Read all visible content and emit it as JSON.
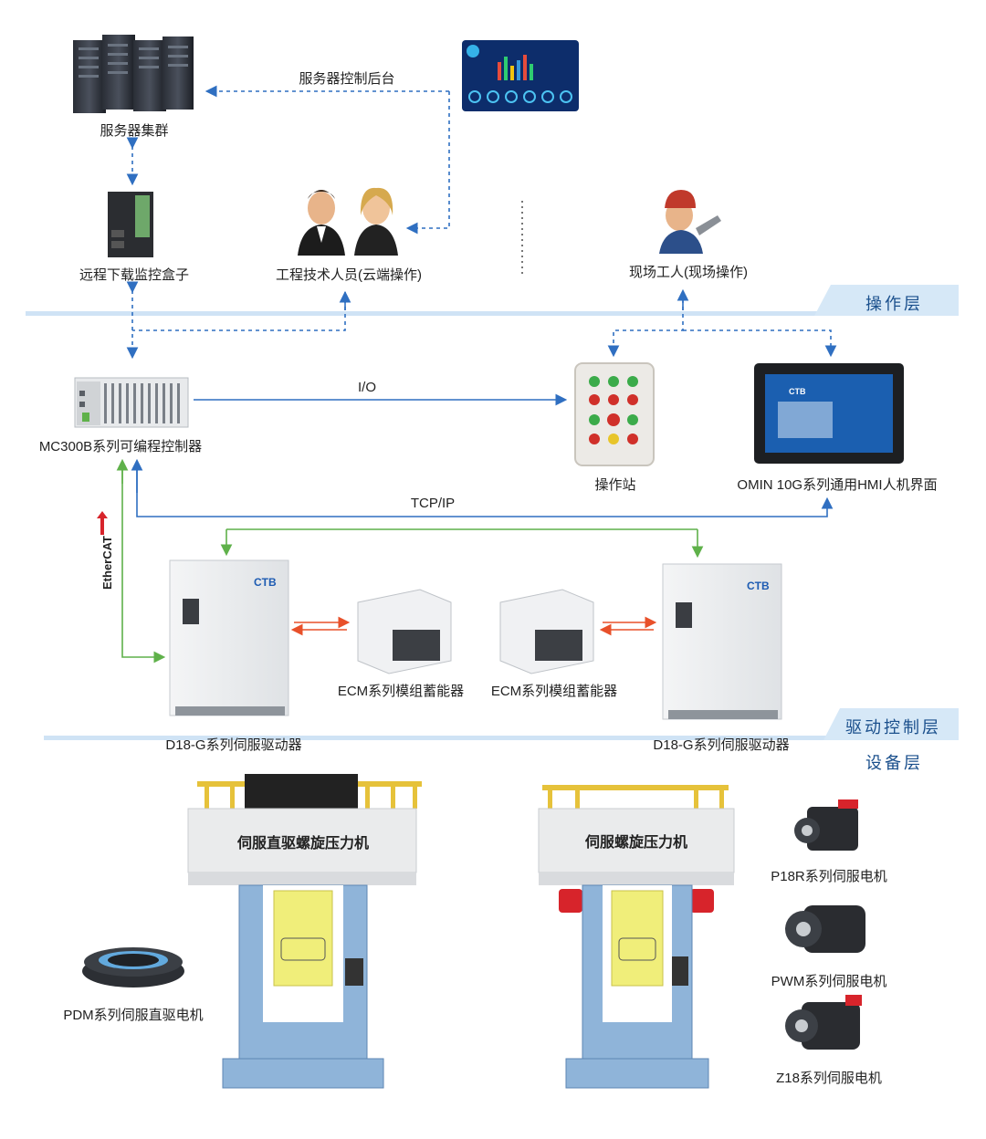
{
  "nodes": {
    "server_cluster": "服务器集群",
    "server_backend": "服务器控制后台",
    "remote_box": "远程下载监控盒子",
    "engineers": "工程技术人员(云端操作)",
    "field_worker": "现场工人(现场操作)",
    "plc": "MC300B系列可编程控制器",
    "io_label": "I/O",
    "station": "操作站",
    "hmi": "OMIN 10G系列通用HMI人机界面",
    "tcpip_label": "TCP/IP",
    "ethercat_label": "EtherCAT",
    "drive_left": "D18-G系列伺服驱动器",
    "drive_right": "D18-G系列伺服驱动器",
    "ecm_left": "ECM系列模组蓄能器",
    "ecm_right": "ECM系列模组蓄能器",
    "drive_brand": "CTB",
    "hmi_brand": "CTB",
    "press_left": "伺服直驱螺旋压力机",
    "press_right": "伺服螺旋压力机",
    "pdm_motor": "PDM系列伺服直驱电机",
    "p18r_motor": "P18R系列伺服电机",
    "pwm_motor": "PWM系列伺服电机",
    "z18_motor": "Z18系列伺服电机"
  },
  "layers": {
    "operation": "操作层",
    "drive_control": "驱动控制层",
    "device": "设备层"
  },
  "colors": {
    "dashed_arrow": "#2f6fc1",
    "io_line": "#2f6fc1",
    "ethercat_line": "#5fb14a",
    "ecm_arrow": "#e8502a",
    "press_frame": "#8fb4d9",
    "press_ram": "#f0ee7a",
    "layer_band": "#cfe3f5"
  }
}
